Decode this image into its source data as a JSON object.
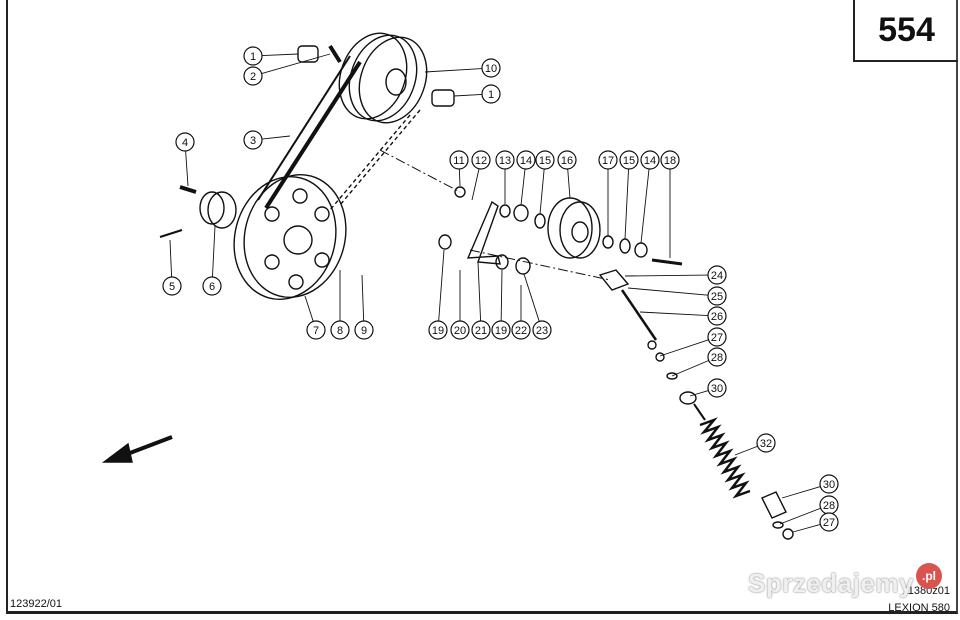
{
  "page_number": "554",
  "document_id": "123922/01",
  "drawing_ref": "11380z01",
  "model": "LEXION 580",
  "watermark": {
    "text": "Sprzedajemy",
    "badge": ".pl"
  },
  "callouts": [
    "1",
    "2",
    "10",
    "1",
    "3",
    "4",
    "5",
    "6",
    "7",
    "8",
    "9",
    "11",
    "12",
    "13",
    "14",
    "15",
    "16",
    "17",
    "15",
    "14",
    "18",
    "19",
    "20",
    "21",
    "19",
    "22",
    "23",
    "24",
    "25",
    "26",
    "27",
    "28",
    "30",
    "32",
    "30",
    "28",
    "27"
  ]
}
